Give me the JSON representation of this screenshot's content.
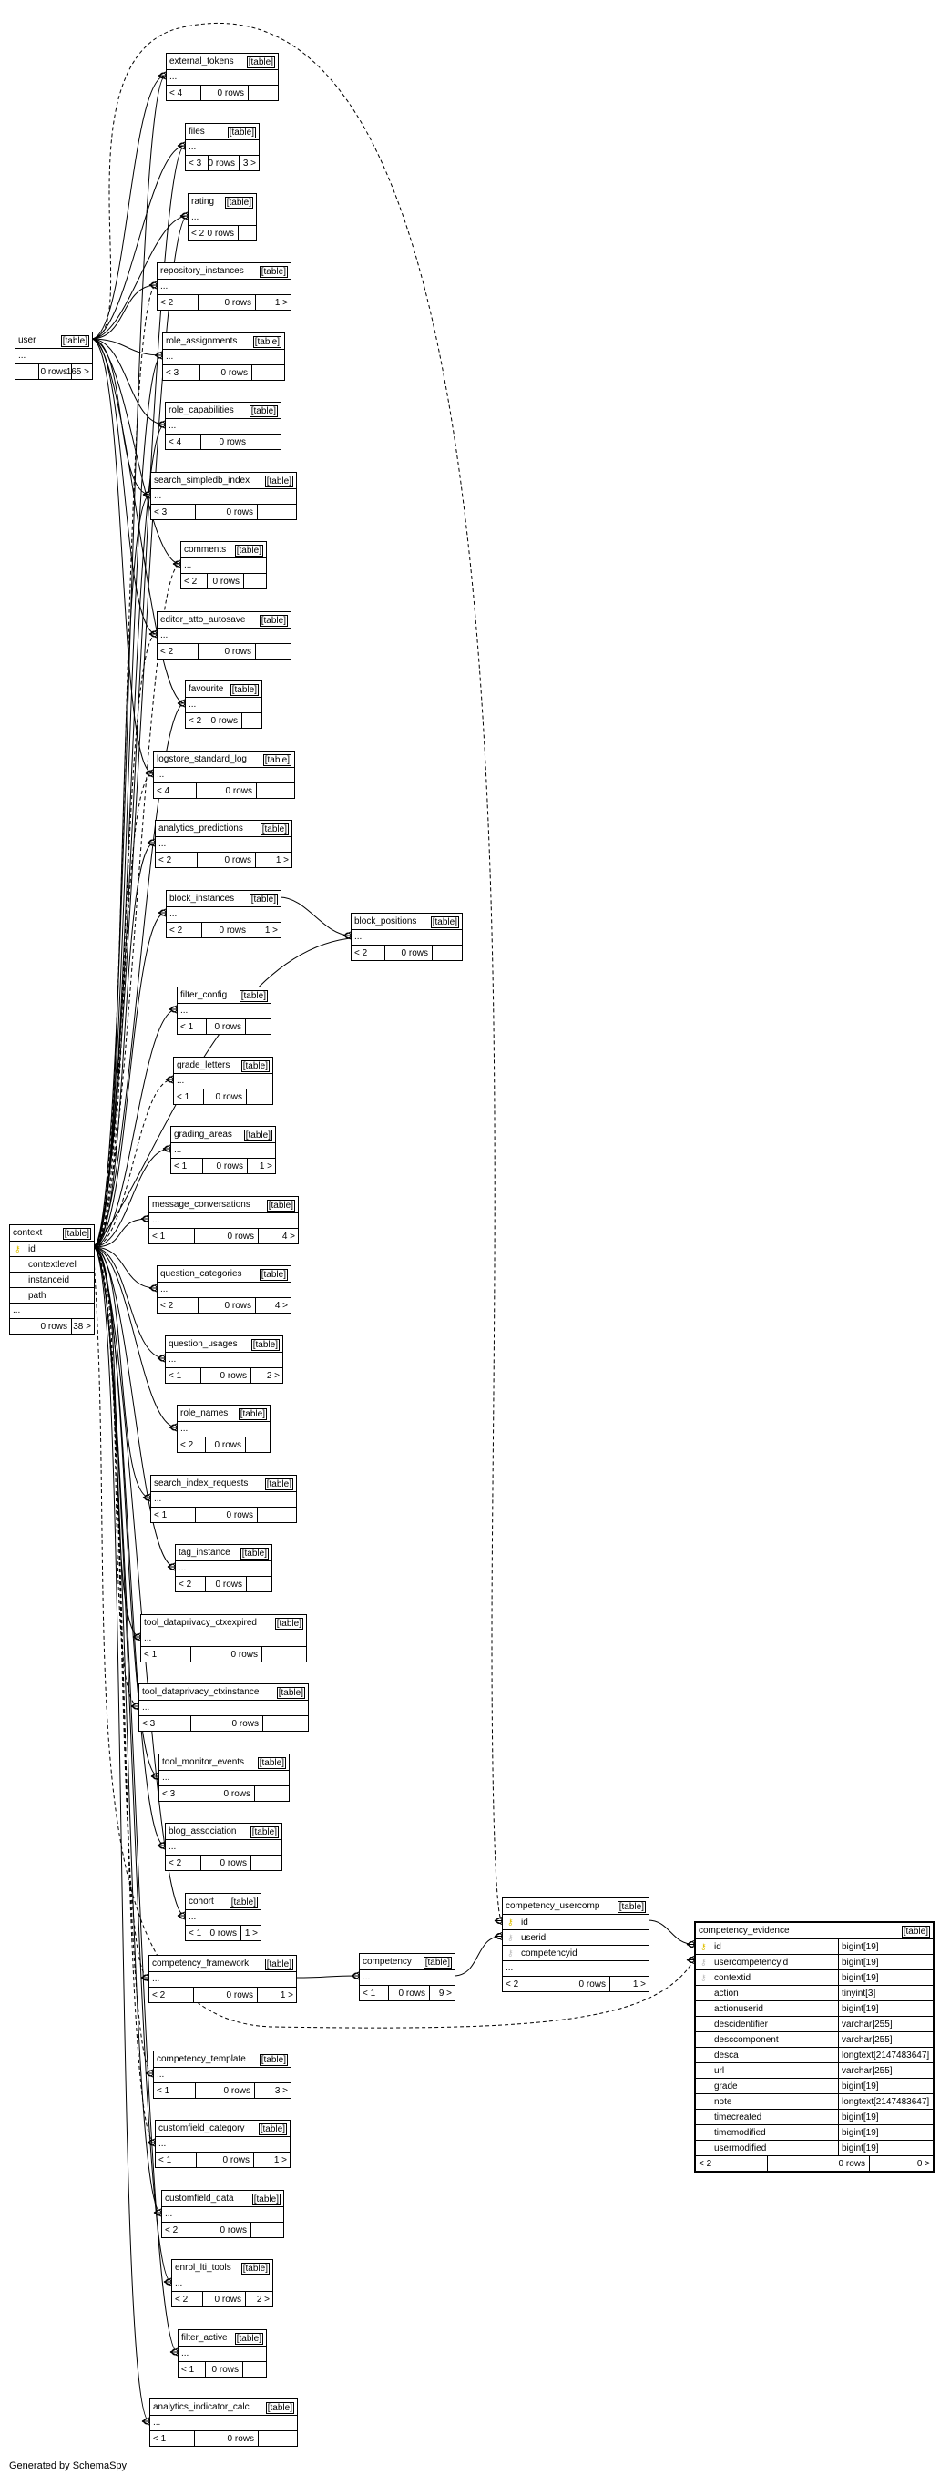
{
  "footer": "Generated by SchemaSpy",
  "tag": "[table]",
  "tables": [
    {
      "key": "external_tokens",
      "name": "external_tokens",
      "parents": "< 4",
      "rows": "0 rows",
      "children": ""
    },
    {
      "key": "files",
      "name": "files",
      "parents": "< 3",
      "rows": "0 rows",
      "children": "3 >"
    },
    {
      "key": "rating",
      "name": "rating",
      "parents": "< 2",
      "rows": "0 rows",
      "children": ""
    },
    {
      "key": "repository_instances",
      "name": "repository_instances",
      "parents": "< 2",
      "rows": "0 rows",
      "children": "1 >"
    },
    {
      "key": "role_assignments",
      "name": "role_assignments",
      "parents": "< 3",
      "rows": "0 rows",
      "children": ""
    },
    {
      "key": "role_capabilities",
      "name": "role_capabilities",
      "parents": "< 4",
      "rows": "0 rows",
      "children": ""
    },
    {
      "key": "search_simpledb_index",
      "name": "search_simpledb_index",
      "parents": "< 3",
      "rows": "0 rows",
      "children": ""
    },
    {
      "key": "comments",
      "name": "comments",
      "parents": "< 2",
      "rows": "0 rows",
      "children": ""
    },
    {
      "key": "editor_atto_autosave",
      "name": "editor_atto_autosave",
      "parents": "< 2",
      "rows": "0 rows",
      "children": ""
    },
    {
      "key": "favourite",
      "name": "favourite",
      "parents": "< 2",
      "rows": "0 rows",
      "children": ""
    },
    {
      "key": "logstore_standard_log",
      "name": "logstore_standard_log",
      "parents": "< 4",
      "rows": "0 rows",
      "children": ""
    },
    {
      "key": "analytics_predictions",
      "name": "analytics_predictions",
      "parents": "< 2",
      "rows": "0 rows",
      "children": "1 >"
    },
    {
      "key": "block_instances",
      "name": "block_instances",
      "parents": "< 2",
      "rows": "0 rows",
      "children": "1 >"
    },
    {
      "key": "block_positions",
      "name": "block_positions",
      "parents": "< 2",
      "rows": "0 rows",
      "children": ""
    },
    {
      "key": "filter_config",
      "name": "filter_config",
      "parents": "< 1",
      "rows": "0 rows",
      "children": ""
    },
    {
      "key": "grade_letters",
      "name": "grade_letters",
      "parents": "< 1",
      "rows": "0 rows",
      "children": ""
    },
    {
      "key": "grading_areas",
      "name": "grading_areas",
      "parents": "< 1",
      "rows": "0 rows",
      "children": "1 >"
    },
    {
      "key": "message_conversations",
      "name": "message_conversations",
      "parents": "< 1",
      "rows": "0 rows",
      "children": "4 >"
    },
    {
      "key": "question_categories",
      "name": "question_categories",
      "parents": "< 2",
      "rows": "0 rows",
      "children": "4 >"
    },
    {
      "key": "question_usages",
      "name": "question_usages",
      "parents": "< 1",
      "rows": "0 rows",
      "children": "2 >"
    },
    {
      "key": "role_names",
      "name": "role_names",
      "parents": "< 2",
      "rows": "0 rows",
      "children": ""
    },
    {
      "key": "search_index_requests",
      "name": "search_index_requests",
      "parents": "< 1",
      "rows": "0 rows",
      "children": ""
    },
    {
      "key": "tag_instance",
      "name": "tag_instance",
      "parents": "< 2",
      "rows": "0 rows",
      "children": ""
    },
    {
      "key": "tool_dataprivacy_ctxexpired",
      "name": "tool_dataprivacy_ctxexpired",
      "parents": "< 1",
      "rows": "0 rows",
      "children": ""
    },
    {
      "key": "tool_dataprivacy_ctxinstance",
      "name": "tool_dataprivacy_ctxinstance",
      "parents": "< 3",
      "rows": "0 rows",
      "children": ""
    },
    {
      "key": "tool_monitor_events",
      "name": "tool_monitor_events",
      "parents": "< 3",
      "rows": "0 rows",
      "children": ""
    },
    {
      "key": "blog_association",
      "name": "blog_association",
      "parents": "< 2",
      "rows": "0 rows",
      "children": ""
    },
    {
      "key": "cohort",
      "name": "cohort",
      "parents": "< 1",
      "rows": "0 rows",
      "children": "1 >"
    },
    {
      "key": "competency_framework",
      "name": "competency_framework",
      "parents": "< 2",
      "rows": "0 rows",
      "children": "1 >"
    },
    {
      "key": "competency",
      "name": "competency",
      "parents": "< 1",
      "rows": "0 rows",
      "children": "9 >"
    },
    {
      "key": "competency_template",
      "name": "competency_template",
      "parents": "< 1",
      "rows": "0 rows",
      "children": "3 >"
    },
    {
      "key": "customfield_category",
      "name": "customfield_category",
      "parents": "< 1",
      "rows": "0 rows",
      "children": "1 >"
    },
    {
      "key": "customfield_data",
      "name": "customfield_data",
      "parents": "< 2",
      "rows": "0 rows",
      "children": ""
    },
    {
      "key": "enrol_lti_tools",
      "name": "enrol_lti_tools",
      "parents": "< 2",
      "rows": "0 rows",
      "children": "2 >"
    },
    {
      "key": "filter_active",
      "name": "filter_active",
      "parents": "< 1",
      "rows": "0 rows",
      "children": ""
    },
    {
      "key": "analytics_indicator_calc",
      "name": "analytics_indicator_calc",
      "parents": "< 1",
      "rows": "0 rows",
      "children": ""
    }
  ],
  "user": {
    "name": "user",
    "parents": "",
    "rows": "0 rows",
    "children": "165 >"
  },
  "context": {
    "name": "context",
    "columns": [
      "id",
      "contextlevel",
      "instanceid",
      "path"
    ],
    "parents": "",
    "rows": "0 rows",
    "children": "38 >"
  },
  "usercomp": {
    "name": "competency_usercomp",
    "columns": [
      "id",
      "userid",
      "competencyid"
    ],
    "parents": "< 2",
    "rows": "0 rows",
    "children": "1 >"
  },
  "evidence": {
    "name": "competency_evidence",
    "columns": [
      {
        "name": "id",
        "type": "bigint[19]",
        "key": "pk"
      },
      {
        "name": "usercompetencyid",
        "type": "bigint[19]",
        "key": "fk"
      },
      {
        "name": "contextid",
        "type": "bigint[19]",
        "key": "fk"
      },
      {
        "name": "action",
        "type": "tinyint[3]",
        "key": ""
      },
      {
        "name": "actionuserid",
        "type": "bigint[19]",
        "key": ""
      },
      {
        "name": "descidentifier",
        "type": "varchar[255]",
        "key": ""
      },
      {
        "name": "desccomponent",
        "type": "varchar[255]",
        "key": ""
      },
      {
        "name": "desca",
        "type": "longtext[2147483647]",
        "key": ""
      },
      {
        "name": "url",
        "type": "varchar[255]",
        "key": ""
      },
      {
        "name": "grade",
        "type": "bigint[19]",
        "key": ""
      },
      {
        "name": "note",
        "type": "longtext[2147483647]",
        "key": ""
      },
      {
        "name": "timecreated",
        "type": "bigint[19]",
        "key": ""
      },
      {
        "name": "timemodified",
        "type": "bigint[19]",
        "key": ""
      },
      {
        "name": "usermodified",
        "type": "bigint[19]",
        "key": ""
      }
    ],
    "parents": "< 2",
    "rows": "0 rows",
    "children": "0 >"
  }
}
